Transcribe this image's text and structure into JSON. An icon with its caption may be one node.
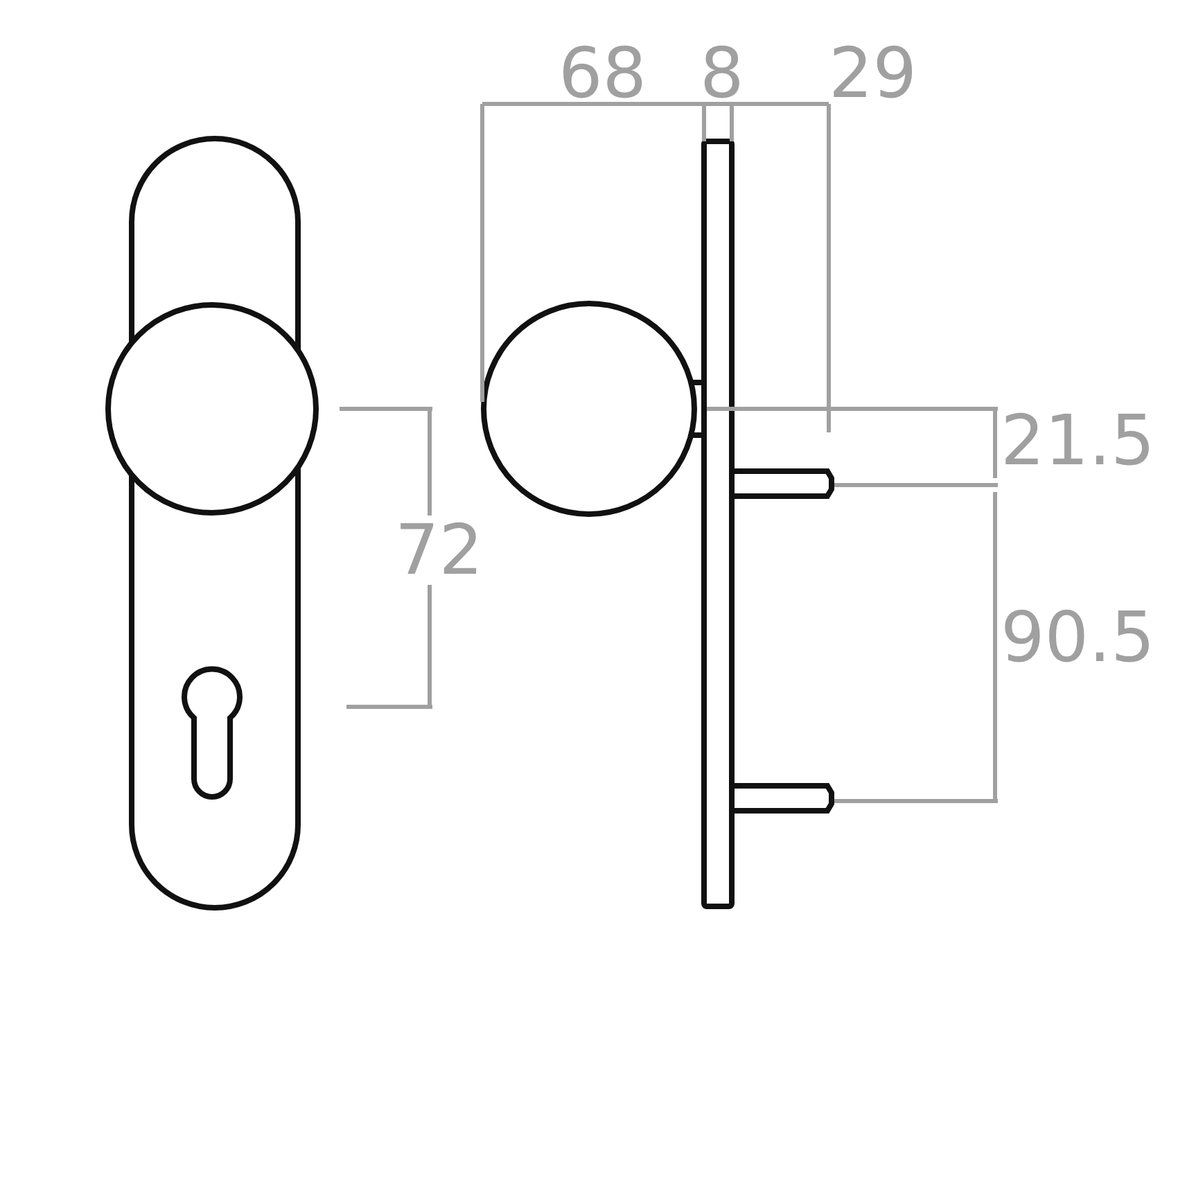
{
  "diagram": {
    "labels": [
      "68",
      "8",
      "29",
      "72",
      "21.5",
      "90.5"
    ]
  }
}
